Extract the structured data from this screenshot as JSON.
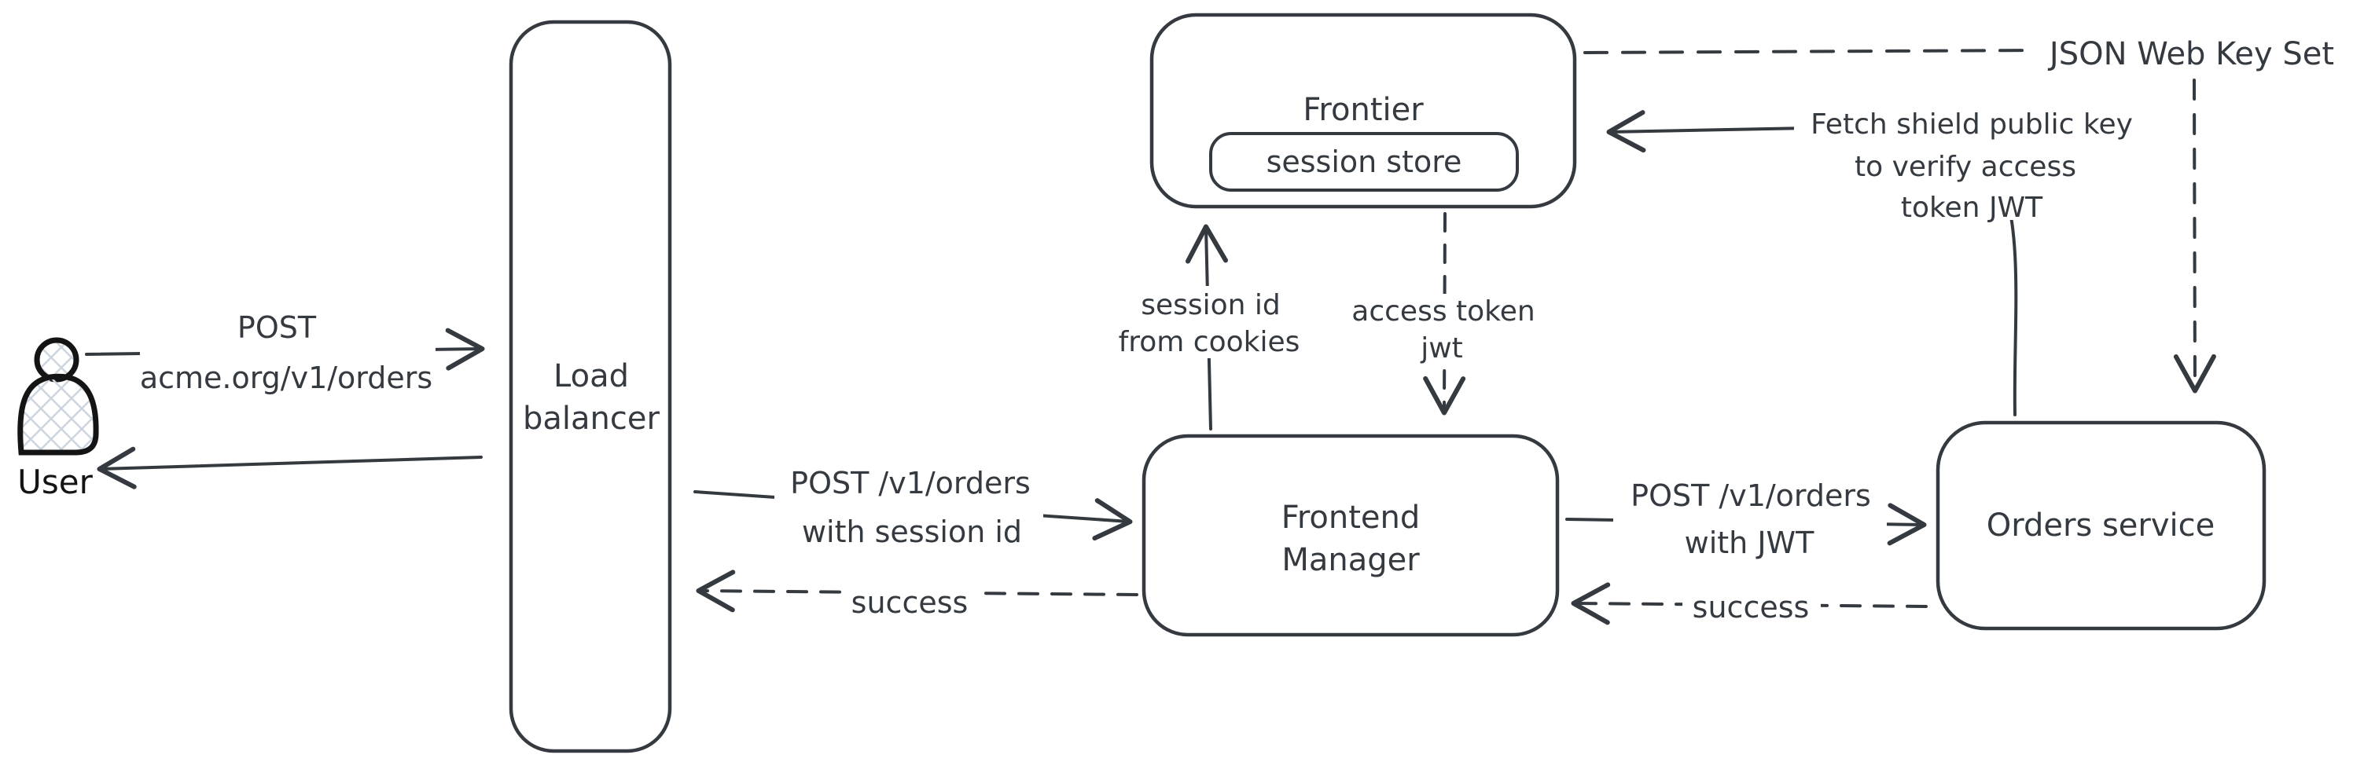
{
  "diagram": {
    "colors": {
      "background": "#ffffff",
      "stroke": "#343a40",
      "user_stroke": "#141414",
      "hatch": "#ccd5de",
      "label_bg": "#ffffff"
    },
    "nodes": {
      "user": {
        "label": "User"
      },
      "load_balancer": {
        "lines": [
          "Load",
          "balancer"
        ]
      },
      "frontier": {
        "label": "Frontier"
      },
      "session_store": {
        "label": "session store"
      },
      "frontend_manager": {
        "lines": [
          "Frontend",
          "Manager"
        ]
      },
      "orders_service": {
        "label": "Orders service"
      },
      "jwks": {
        "label": "JSON Web Key Set"
      }
    },
    "flows": {
      "user_to_lb": {
        "style": "solid",
        "lines": [
          "POST",
          "acme.org/v1/orders"
        ]
      },
      "lb_to_user": {
        "style": "solid"
      },
      "lb_to_fm": {
        "style": "solid",
        "lines": [
          "POST /v1/orders",
          "with session id"
        ]
      },
      "fm_to_lb": {
        "style": "dashed",
        "label": "success"
      },
      "fm_to_frontier": {
        "style": "solid",
        "lines": [
          "session id",
          "from cookies"
        ]
      },
      "frontier_to_fm": {
        "style": "dashed",
        "lines": [
          "access token",
          "jwt"
        ]
      },
      "fm_to_orders": {
        "style": "solid",
        "lines": [
          "POST /v1/orders",
          "with JWT"
        ]
      },
      "orders_to_fm": {
        "style": "dashed",
        "label": "success"
      },
      "orders_to_frontier": {
        "style": "solid",
        "lines": [
          "Fetch shield public key",
          "to verify access",
          "token JWT"
        ]
      },
      "frontier_to_jwks": {
        "style": "dashed"
      },
      "jwks_to_orders": {
        "style": "dashed"
      }
    }
  }
}
